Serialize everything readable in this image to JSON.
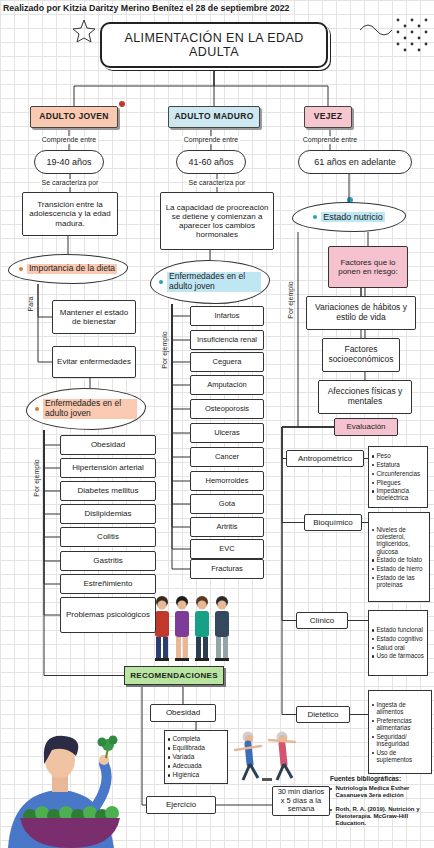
{
  "diagram": {
    "nodes": [
      {
        "text": [
          "ALIMENTACIÓN EN LA EDAD ADULTA"
        ]
      },
      {
        "text": [
          "ADULTO JOVEN"
        ]
      },
      {
        "text": [
          "ADULTO MADURO"
        ]
      },
      {
        "text": [
          "VEJEZ"
        ]
      },
      {
        "text": [
          "19-40 años"
        ]
      },
      {
        "text": [
          "41-60 años"
        ]
      },
      {
        "text": [
          "61 años en adelante"
        ]
      },
      {
        "text": [
          "Transición entre la adolescencia y la edad madura."
        ]
      },
      {
        "text": [
          "La capacidad de procreación se detiene y comienzan a aparecer los cambios hormonales"
        ]
      },
      {
        "text": [
          "Estado nutricio"
        ]
      },
      {
        "text": [
          "Importancia de la dieta"
        ]
      },
      {
        "text": [
          "Enfermedades en el adulto joven"
        ]
      },
      {
        "text": [
          "Factores que lo ponen en riesgo:"
        ]
      },
      {
        "text": [
          "Mantener el estado de bienestar"
        ]
      },
      {
        "text": [
          "Evitar enfermedades"
        ]
      },
      {
        "text": [
          "Enfermedades en el adulto joven"
        ]
      },
      {
        "text": [
          "Obesidad"
        ]
      },
      {
        "text": [
          "Hipertensión arterial"
        ]
      },
      {
        "text": [
          "Diabetes mellitus"
        ]
      },
      {
        "text": [
          "Dislipidemias"
        ]
      },
      {
        "text": [
          "Colitis"
        ]
      },
      {
        "text": [
          "Gastritis"
        ]
      },
      {
        "text": [
          "Estreñimiento"
        ]
      },
      {
        "text": [
          "Problemas psicológicos"
        ]
      },
      {
        "text": [
          "Infartos"
        ]
      },
      {
        "text": [
          "Insuficiencia renal"
        ]
      },
      {
        "text": [
          "Ceguera"
        ]
      },
      {
        "text": [
          "Amputación"
        ]
      },
      {
        "text": [
          "Osteoporosis"
        ]
      },
      {
        "text": [
          "Ulceras"
        ]
      },
      {
        "text": [
          "Cancer"
        ]
      },
      {
        "text": [
          "Hemorroides"
        ]
      },
      {
        "text": [
          "Gota"
        ]
      },
      {
        "text": [
          "Artritis"
        ]
      },
      {
        "text": [
          "EVC"
        ]
      },
      {
        "text": [
          "Fracturas"
        ]
      },
      {
        "text": [
          "Variaciones de hábitos y estilo de vida"
        ]
      },
      {
        "text": [
          "Factores socioeconómicos"
        ]
      },
      {
        "text": [
          "Afecciones físicas y mentales"
        ]
      },
      {
        "text": [
          "Evaluación"
        ]
      },
      {
        "text": [
          "Antropométrico"
        ]
      },
      {
        "text": [
          "Peso",
          "Estatura",
          "Circunferencias",
          "Pliegues",
          "Impedancia bioeléctrica"
        ]
      },
      {
        "text": [
          "Bioquímico"
        ]
      },
      {
        "text": [
          "Niveles de colesterol, triglicéridos, glucosa",
          "Estado de folato",
          "Estado de hierro",
          "Estado de las proteínas"
        ]
      },
      {
        "text": [
          "Clínico"
        ]
      },
      {
        "text": [
          "Estado funcional",
          "Estado cognitivo",
          "Salud oral",
          "Uso de fármacos"
        ]
      },
      {
        "text": [
          "Dietético"
        ]
      },
      {
        "text": [
          "Ingesta de alimentos",
          "Preferencias alimentarias",
          "Seguridad/ inseguridad",
          "Uso de suplementos"
        ]
      },
      {
        "text": [
          "RECOMENDACIONES"
        ]
      },
      {
        "text": [
          "Obesidad"
        ]
      },
      {
        "text": [
          "Completa",
          "Equilibrada",
          "Variada",
          "Adecuada",
          "Higiénica"
        ]
      },
      {
        "text": [
          "Ejercicio"
        ]
      },
      {
        "text": [
          "30 min diarios x 5 días a la semana"
        ]
      }
    ],
    "edges": [
      {
        "from": 0,
        "to": 1,
        "arrow": "none"
      },
      {
        "from": 0,
        "to": 2,
        "arrow": "none"
      },
      {
        "from": 0,
        "to": 3,
        "arrow": "none"
      },
      {
        "from": 1,
        "to": 4,
        "label": "Comprende entre",
        "arrow": "none"
      },
      {
        "from": 2,
        "to": 5,
        "label": "Comprende entre",
        "arrow": "none"
      },
      {
        "from": 3,
        "to": 6,
        "label": "Comprende entre",
        "arrow": "none"
      },
      {
        "from": 4,
        "to": 7,
        "label": "Se caracteriza por",
        "arrow": "none"
      },
      {
        "from": 5,
        "to": 8,
        "label": "Se caracteriza por",
        "arrow": "none"
      },
      {
        "from": 6,
        "to": 9,
        "arrow": "none"
      },
      {
        "from": 7,
        "to": 10,
        "arrow": "none"
      },
      {
        "from": 10,
        "to": 13,
        "label": "Para",
        "arrow": "none"
      },
      {
        "from": 10,
        "to": 14,
        "arrow": "none"
      },
      {
        "from": 14,
        "to": 15,
        "arrow": "none"
      },
      {
        "from": 15,
        "to": 16,
        "label": "Por ejemplo",
        "arrow": "none"
      },
      {
        "from": 15,
        "to": 17,
        "arrow": "none"
      },
      {
        "from": 15,
        "to": 18,
        "arrow": "none"
      },
      {
        "from": 15,
        "to": 19,
        "arrow": "none"
      },
      {
        "from": 15,
        "to": 20,
        "arrow": "none"
      },
      {
        "from": 15,
        "to": 21,
        "arrow": "none"
      },
      {
        "from": 15,
        "to": 22,
        "arrow": "none"
      },
      {
        "from": 15,
        "to": 23,
        "arrow": "none"
      },
      {
        "from": 15,
        "to": 48,
        "arrow": "none"
      },
      {
        "from": 8,
        "to": 11,
        "arrow": "none"
      },
      {
        "from": 11,
        "to": 24,
        "label": "Por ejemplo",
        "arrow": "none"
      },
      {
        "from": 11,
        "to": 25,
        "arrow": "none"
      },
      {
        "from": 11,
        "to": 26,
        "arrow": "none"
      },
      {
        "from": 11,
        "to": 27,
        "arrow": "none"
      },
      {
        "from": 11,
        "to": 28,
        "arrow": "none"
      },
      {
        "from": 11,
        "to": 29,
        "arrow": "none"
      },
      {
        "from": 11,
        "to": 30,
        "arrow": "none"
      },
      {
        "from": 11,
        "to": 31,
        "arrow": "none"
      },
      {
        "from": 11,
        "to": 32,
        "arrow": "none"
      },
      {
        "from": 11,
        "to": 33,
        "arrow": "none"
      },
      {
        "from": 11,
        "to": 34,
        "arrow": "none"
      },
      {
        "from": 11,
        "to": 35,
        "arrow": "none"
      },
      {
        "from": 9,
        "to": 12,
        "arrow": "none"
      },
      {
        "from": 12,
        "to": 36,
        "arrow": "none"
      },
      {
        "from": 12,
        "to": 37,
        "arrow": "none"
      },
      {
        "from": 12,
        "to": 38,
        "arrow": "none"
      },
      {
        "from": 9,
        "to": 39,
        "label": "Por ejemplo",
        "arrow": "none"
      },
      {
        "from": 39,
        "to": 40,
        "arrow": "none"
      },
      {
        "from": 39,
        "to": 42,
        "arrow": "none"
      },
      {
        "from": 39,
        "to": 44,
        "arrow": "none"
      },
      {
        "from": 39,
        "to": 46,
        "arrow": "none"
      },
      {
        "from": 40,
        "to": 41,
        "arrow": "none"
      },
      {
        "from": 42,
        "to": 43,
        "arrow": "none"
      },
      {
        "from": 44,
        "to": 45,
        "arrow": "none"
      },
      {
        "from": 46,
        "to": 47,
        "arrow": "none"
      },
      {
        "from": 48,
        "to": 49,
        "arrow": "none"
      },
      {
        "from": 49,
        "to": 50,
        "arrow": "none"
      },
      {
        "from": 48,
        "to": 51,
        "arrow": "none"
      },
      {
        "from": 51,
        "to": 52,
        "arrow": "none"
      }
    ],
    "labels": [
      "Realizado por Kitzia Daritzy Merino Benítez el 28 de septiembre 2022",
      "Fuentes bibliográficas:",
      "Nutriología Medica Esther Casanueva 3era edición",
      "Roth, R. A. (2019). Nutrición y Dietoterapia. McGraw-Hill Education."
    ]
  }
}
